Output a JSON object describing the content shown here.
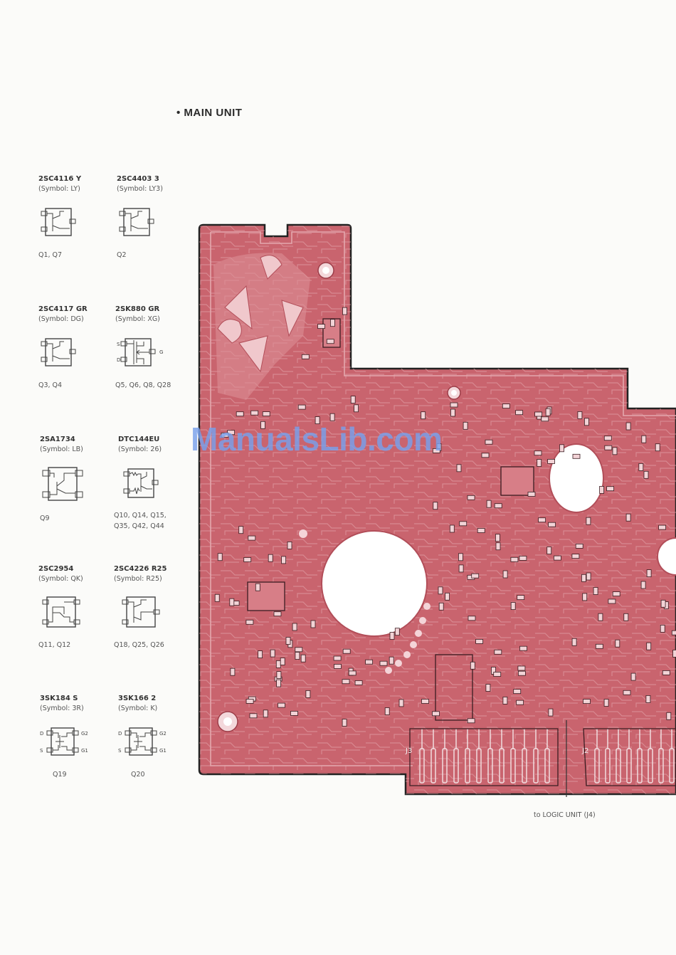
{
  "title": "• MAIN UNIT",
  "components": [
    {
      "part": "2SC4116  Y",
      "symbol": "(Symbol: LY)",
      "refs": [
        "Q1, Q7"
      ],
      "icon": "transistor-3pin-icon"
    },
    {
      "part": "2SC4403  3",
      "symbol": "(Symbol: LY3)",
      "refs": [
        "Q2"
      ],
      "icon": "transistor-3pin-icon"
    },
    {
      "part": "2SC4117  GR",
      "symbol": "(Symbol: DG)",
      "refs": [
        "Q3, Q4"
      ],
      "icon": "transistor-3pin-icon"
    },
    {
      "part": "2SK880  GR",
      "symbol": "(Symbol: XG)",
      "refs": [
        "Q5, Q6, Q8, Q28"
      ],
      "icon": "fet-icon",
      "pins": {
        "s": "S",
        "d": "D",
        "g": "G"
      }
    },
    {
      "part": "2SA1734",
      "symbol": "(Symbol: LB)",
      "refs": [
        "Q9"
      ],
      "icon": "transistor-4pin-icon"
    },
    {
      "part": "DTC144EU",
      "symbol": "(Symbol: 26)",
      "refs": [
        "Q10, Q14, Q15,",
        "Q35, Q42, Q44"
      ],
      "icon": "digital-transistor-icon"
    },
    {
      "part": "2SC2954",
      "symbol": "(Symbol: QK)",
      "refs": [
        "Q11, Q12"
      ],
      "icon": "transistor-4pin-icon"
    },
    {
      "part": "2SC4226  R25",
      "symbol": "(Symbol: R25)",
      "refs": [
        "Q18, Q25, Q26"
      ],
      "icon": "transistor-3pin-icon"
    },
    {
      "part": "3SK184  S",
      "symbol": "(Symbol: 3R)",
      "refs": [
        "Q19"
      ],
      "icon": "dual-gate-mosfet-icon",
      "pins": {
        "d": "D",
        "s": "S",
        "g2": "G2",
        "g1": "G1"
      }
    },
    {
      "part": "3SK166  2",
      "symbol": "(Symbol: K)",
      "refs": [
        "Q20"
      ],
      "icon": "dual-gate-mosfet-icon",
      "pins": {
        "d": "D",
        "s": "S",
        "g2": "G2",
        "g1": "G1"
      }
    }
  ],
  "pcb": {
    "connectors": {
      "j3": "J3",
      "j2": "J2"
    },
    "callout": "to LOGIC UNIT (J4)",
    "colors": {
      "board": "#c9646e",
      "outline": "#222222",
      "traces": "#e4a7ad"
    }
  },
  "watermark": "ManualsLib.com"
}
